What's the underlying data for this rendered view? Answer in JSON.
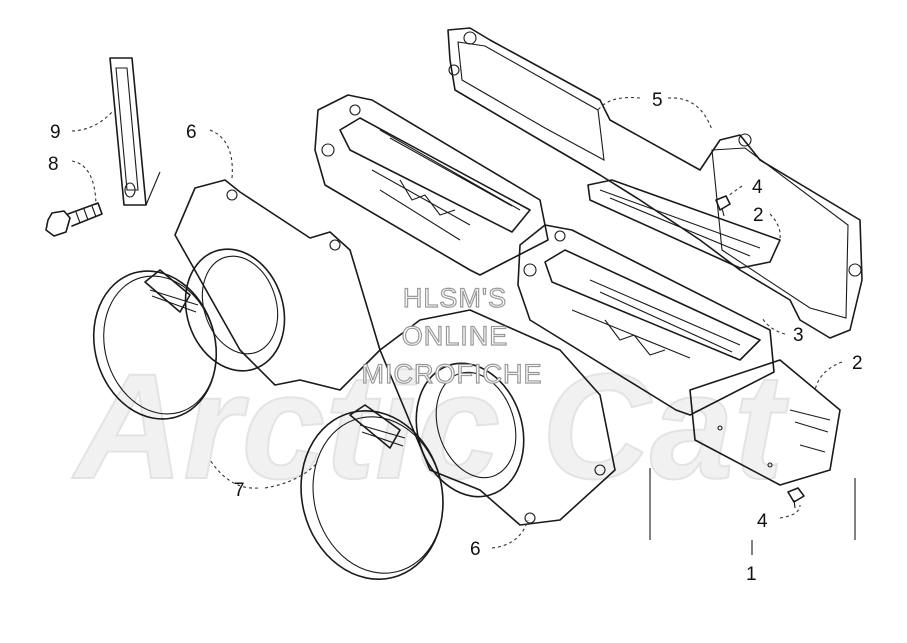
{
  "watermark": {
    "line1": "HLSM'S",
    "line2": "ONLINE",
    "line3": "MICROFICHE",
    "brand": "Arctic Cat"
  },
  "callouts": {
    "c9": "9",
    "c8": "8",
    "c6a": "6",
    "c6b": "6",
    "c5": "5",
    "c4a": "4",
    "c4b": "4",
    "c2a": "2",
    "c2b": "2",
    "c3": "3",
    "c7": "7",
    "c1": "1"
  }
}
